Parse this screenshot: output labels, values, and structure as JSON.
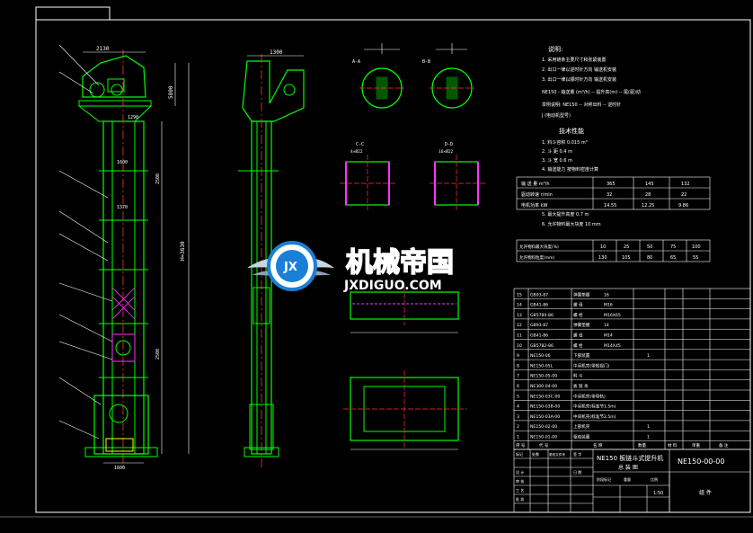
{
  "drawing": {
    "title_main": "NE150 板链斗式提升机",
    "title_sub": "总 装 图",
    "drawing_number": "NE150-00-00",
    "sheet_label": "组 件",
    "scale": "1:50",
    "watermark": {
      "brand": "机械帝国",
      "url": "JXDIGUO.COM",
      "logo_mark": "JX"
    }
  },
  "dimensions": {
    "top_width": "2130",
    "top_width_side": "1300",
    "total_height": "H=3630",
    "head_h": "5800",
    "mid_a": "1600",
    "mid_b": "1370",
    "mid_c": "1290",
    "base_w": "1600",
    "seg_a": "2500",
    "seg_b": "2500",
    "section_a": "A-A",
    "section_b": "B-B",
    "section_c": "C-C",
    "section_d": "D-D",
    "hole_1": "4×Ø22",
    "hole_2": "16×Ø22"
  },
  "notes": {
    "heading": "说明:",
    "lines": [
      "1. 采用链条主要尺寸和张紧装置",
      "2. 出口一律以逆时针方向 输送机安装",
      "3. 出口一律以顺时针方向 输送机安装",
      "NE150 - 输送量 (m³/h) -- 提升高(m) -- 尾(驱)动",
      "举例说明: NE150 -- 对称出料 -- 逆时针",
      "  J  (电动机型号)"
    ],
    "tech_heading": "技术性能",
    "tech_lines": [
      "1. 料斗容积  0.015 m³",
      "2. 斗  距    0.4 m",
      "3. 斗  宽    0.6 m",
      "4. 输送能力  按物料密度计算"
    ],
    "extra_lines": [
      "5. 最大提升高度  0.7 m",
      "6. 允许物料最大块度  10 mm"
    ]
  },
  "perf_table": {
    "rows": [
      {
        "label": "输 送 量  m³/h",
        "v1": "365",
        "v2": "145",
        "v3": "132"
      },
      {
        "label": "驱动转速  r/min",
        "v1": "32",
        "v2": "28",
        "v3": "22"
      },
      {
        "label": "电机功率  kW",
        "v1": "14.55",
        "v2": "12.25",
        "v3": "9.86"
      }
    ]
  },
  "size_table": {
    "rows": [
      {
        "label": "允许物料最大块度(%)",
        "v": [
          "10",
          "25",
          "50",
          "75",
          "100"
        ]
      },
      {
        "label": "允许物料粒度(mm)",
        "v": [
          "130",
          "105",
          "80",
          "65",
          "55"
        ]
      }
    ]
  },
  "bom": {
    "rows": [
      {
        "no": "15",
        "code": "GB93-87",
        "name": "弹簧垫圈",
        "spec": "16",
        "qty": ""
      },
      {
        "no": "14",
        "code": "GB41-86",
        "name": "螺 母",
        "spec": "M16",
        "qty": ""
      },
      {
        "no": "13",
        "code": "GB5780-86",
        "name": "螺 栓",
        "spec": "M16X65",
        "qty": ""
      },
      {
        "no": "12",
        "code": "GB93-87",
        "name": "弹簧垫圈",
        "spec": "14",
        "qty": ""
      },
      {
        "no": "11",
        "code": "GB41-86",
        "name": "螺 母",
        "spec": "M14",
        "qty": ""
      },
      {
        "no": "10",
        "code": "GB5782-86",
        "name": "螺 栓",
        "spec": "M14X45",
        "qty": ""
      },
      {
        "no": "9",
        "code": "NE150-06",
        "name": "下部装置",
        "spec": "",
        "qty": "1"
      },
      {
        "no": "8",
        "code": "NE150-05L",
        "name": "中间机壳(带检视门)",
        "spec": "",
        "qty": ""
      },
      {
        "no": "7",
        "code": "NE150-05-00",
        "name": "料 斗",
        "spec": "",
        "qty": ""
      },
      {
        "no": "6",
        "code": "NE300-04-00",
        "name": "板 链 条",
        "spec": "",
        "qty": ""
      },
      {
        "no": "5",
        "code": "NE150-03C-00",
        "name": "中间机壳(带导轨)",
        "spec": "",
        "qty": ""
      },
      {
        "no": "4",
        "code": "NE150-03B-00",
        "name": "中间机壳(标准节1.5m)",
        "spec": "",
        "qty": ""
      },
      {
        "no": "3",
        "code": "NE150-03A-00",
        "name": "中间机壳(标准节2.5m)",
        "spec": "",
        "qty": ""
      },
      {
        "no": "2",
        "code": "NE150-02-00",
        "name": "上部机壳",
        "spec": "",
        "qty": "1"
      },
      {
        "no": "1",
        "code": "NE150-01-00",
        "name": "驱动装置",
        "spec": "",
        "qty": "1"
      }
    ],
    "header": {
      "no": "序 号",
      "code": "代 号",
      "name": "名 称",
      "qty": "数量",
      "material": "材 料",
      "weight": "单重",
      "note": "备 注"
    }
  },
  "title_block": {
    "labels": [
      "标记",
      "处数",
      "更改文件号",
      "签 字",
      "日 期",
      "设 计",
      "审 核",
      "工 艺",
      "批 准"
    ],
    "meta": [
      "阶段标记",
      "重量",
      "比例"
    ]
  },
  "colors": {
    "frame": "#ffffff",
    "body": "#00ff00",
    "centerline": "#ff3333",
    "hatch": "#ff33ff",
    "dim": "#ffffff",
    "accent": "#ffff00",
    "cyan": "#00ffff",
    "logo_blue": "#1a7fd6",
    "logo_silver": "#c8d4e0"
  }
}
